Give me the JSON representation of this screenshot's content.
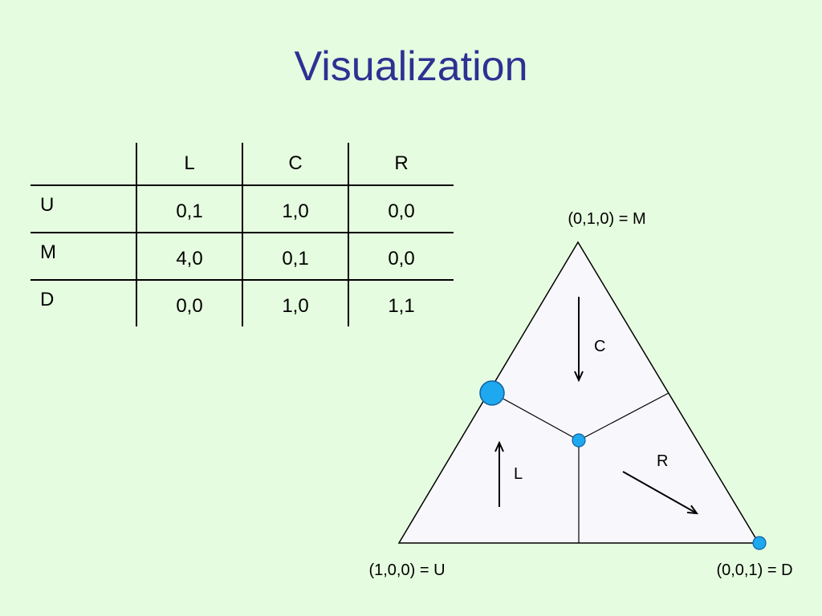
{
  "title": "Visualization",
  "table": {
    "columns": [
      "L",
      "C",
      "R"
    ],
    "rows": [
      {
        "label": "U",
        "cells": [
          "0,1",
          "1,0",
          "0,0"
        ]
      },
      {
        "label": "M",
        "cells": [
          "4,0",
          "0,1",
          "0,0"
        ]
      },
      {
        "label": "D",
        "cells": [
          "0,0",
          "1,0",
          "1,1"
        ]
      }
    ]
  },
  "simplex": {
    "vertex_top": "(0,1,0) = M",
    "vertex_left": "(1,0,0) = U",
    "vertex_right": "(0,0,1) = D",
    "region_labels": {
      "c": "C",
      "l": "L",
      "r": "R"
    },
    "colors": {
      "background": "#e6fce0",
      "title": "#2e3192",
      "triangle_fill": "#f8f8fc",
      "point_fill": "#1ea8f0"
    }
  }
}
